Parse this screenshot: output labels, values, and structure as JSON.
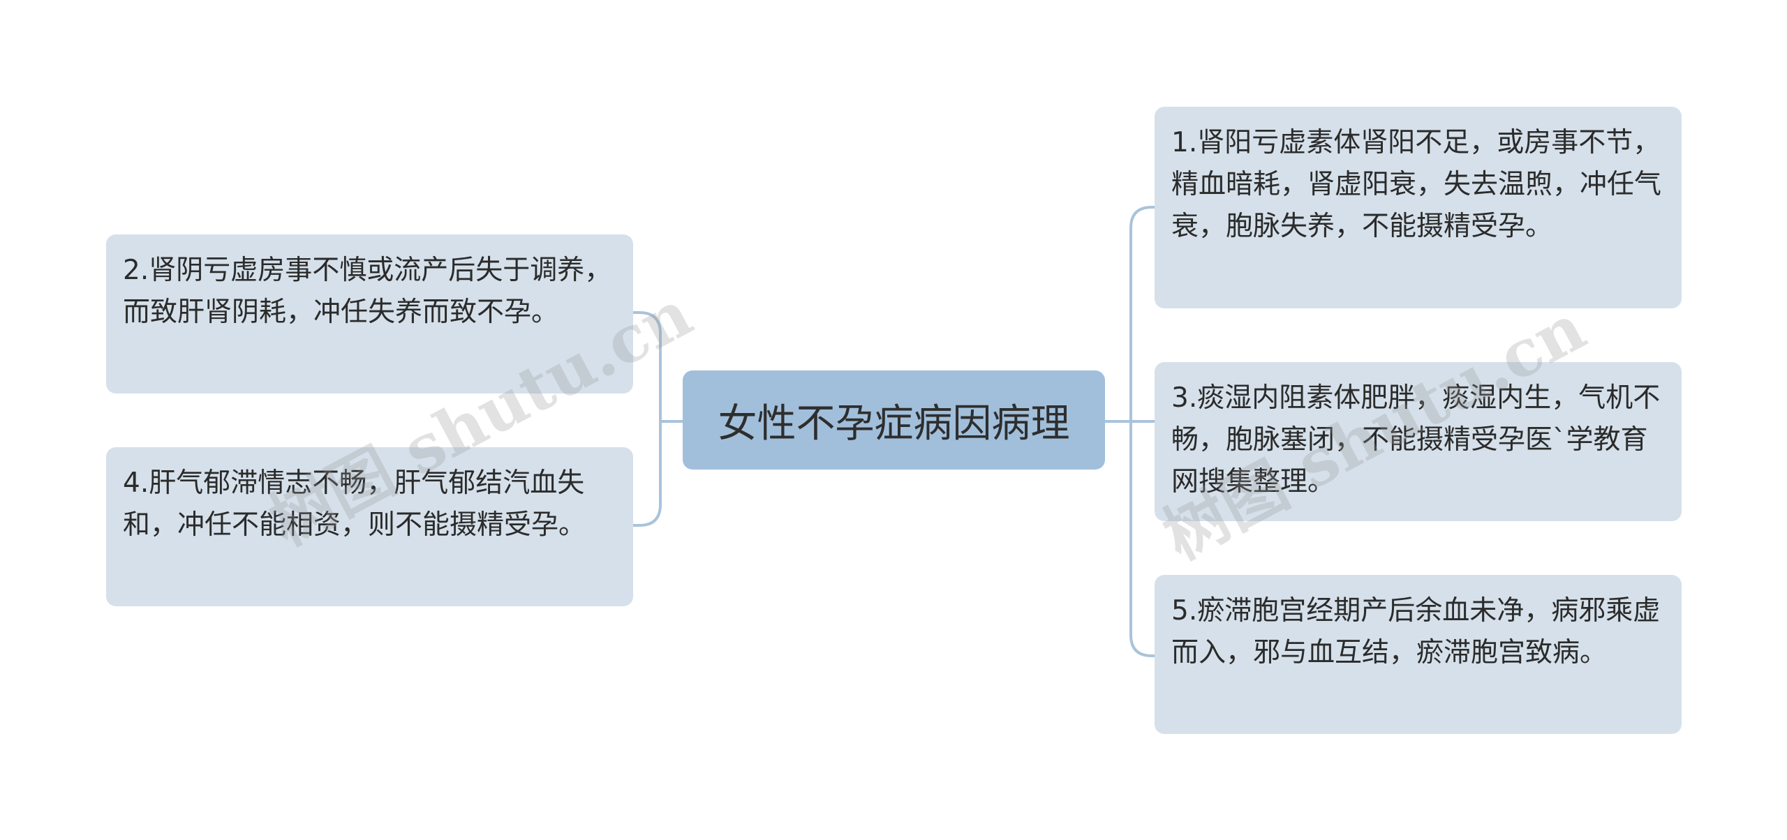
{
  "diagram": {
    "root": {
      "label": "女性不孕症病因病理"
    },
    "left_nodes": [
      {
        "label": "2.肾阴亏虚房事不慎或流产后失于调养，而致肝肾阴耗，冲任失养而致不孕。"
      },
      {
        "label": "4.肝气郁滞情志不畅，肝气郁结汽血失和，冲任不能相资，则不能摄精受孕。"
      }
    ],
    "right_nodes": [
      {
        "label": "1.肾阳亏虚素体肾阳不足，或房事不节，精血暗耗，肾虚阳衰，失去温煦，冲任气衰，胞脉失养，不能摄精受孕。"
      },
      {
        "label": "3.痰湿内阻素体肥胖，痰湿内生，气机不畅，胞脉塞闭，不能摄精受孕医`学教育网搜集整理。"
      },
      {
        "label": "5.瘀滞胞宫经期产后余血未净，病邪乘虚而入，邪与血互结，瘀滞胞宫致病。"
      }
    ],
    "colors": {
      "root_fill": "#a1bfdb",
      "node_fill": "#d5e0ea",
      "connector": "#a9c3db",
      "text": "#2b2b2b"
    }
  },
  "watermarks": [
    "树图 shutu.cn",
    "树图 shutu.cn"
  ]
}
